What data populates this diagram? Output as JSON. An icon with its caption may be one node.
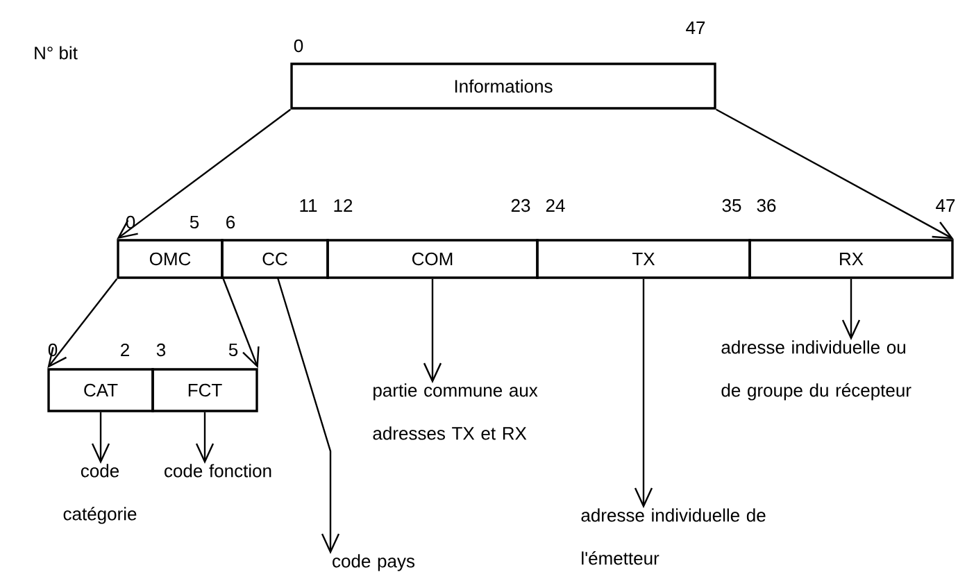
{
  "diagram": {
    "nodes": [
      {
        "text": [
          "Informations"
        ]
      },
      {
        "text": [
          "OMC"
        ]
      },
      {
        "text": [
          "CC"
        ]
      },
      {
        "text": [
          "COM"
        ]
      },
      {
        "text": [
          "TX"
        ]
      },
      {
        "text": [
          "RX"
        ]
      },
      {
        "text": [
          "CAT"
        ]
      },
      {
        "text": [
          "FCT"
        ]
      },
      {
        "text": [
          "code catégorie"
        ]
      },
      {
        "text": [
          "code fonction"
        ]
      },
      {
        "text": [
          "code pays"
        ]
      },
      {
        "text": [
          "partie commune aux adresses TX et RX"
        ]
      },
      {
        "text": [
          "adresse individuelle de l'émetteur"
        ]
      },
      {
        "text": [
          "adresse individuelle ou de groupe du récepteur"
        ]
      }
    ],
    "edges": [
      {
        "from": 0,
        "to": 1,
        "arrow": "to"
      },
      {
        "from": 0,
        "to": 5,
        "arrow": "to"
      },
      {
        "from": 1,
        "to": 6,
        "arrow": "to"
      },
      {
        "from": 1,
        "to": 7,
        "arrow": "to"
      },
      {
        "from": 6,
        "to": 8,
        "arrow": "to"
      },
      {
        "from": 7,
        "to": 9,
        "arrow": "to"
      },
      {
        "from": 2,
        "to": 10,
        "arrow": "to"
      },
      {
        "from": 3,
        "to": 11,
        "arrow": "to"
      },
      {
        "from": 4,
        "to": 12,
        "arrow": "to"
      },
      {
        "from": 5,
        "to": 13,
        "arrow": "to"
      }
    ],
    "labels": [
      "N° bit",
      "47",
      "0",
      "11",
      "12",
      "23",
      "24",
      "35",
      "36",
      "47",
      "0",
      "5",
      "6",
      "0",
      "2",
      "3",
      "5"
    ]
  }
}
